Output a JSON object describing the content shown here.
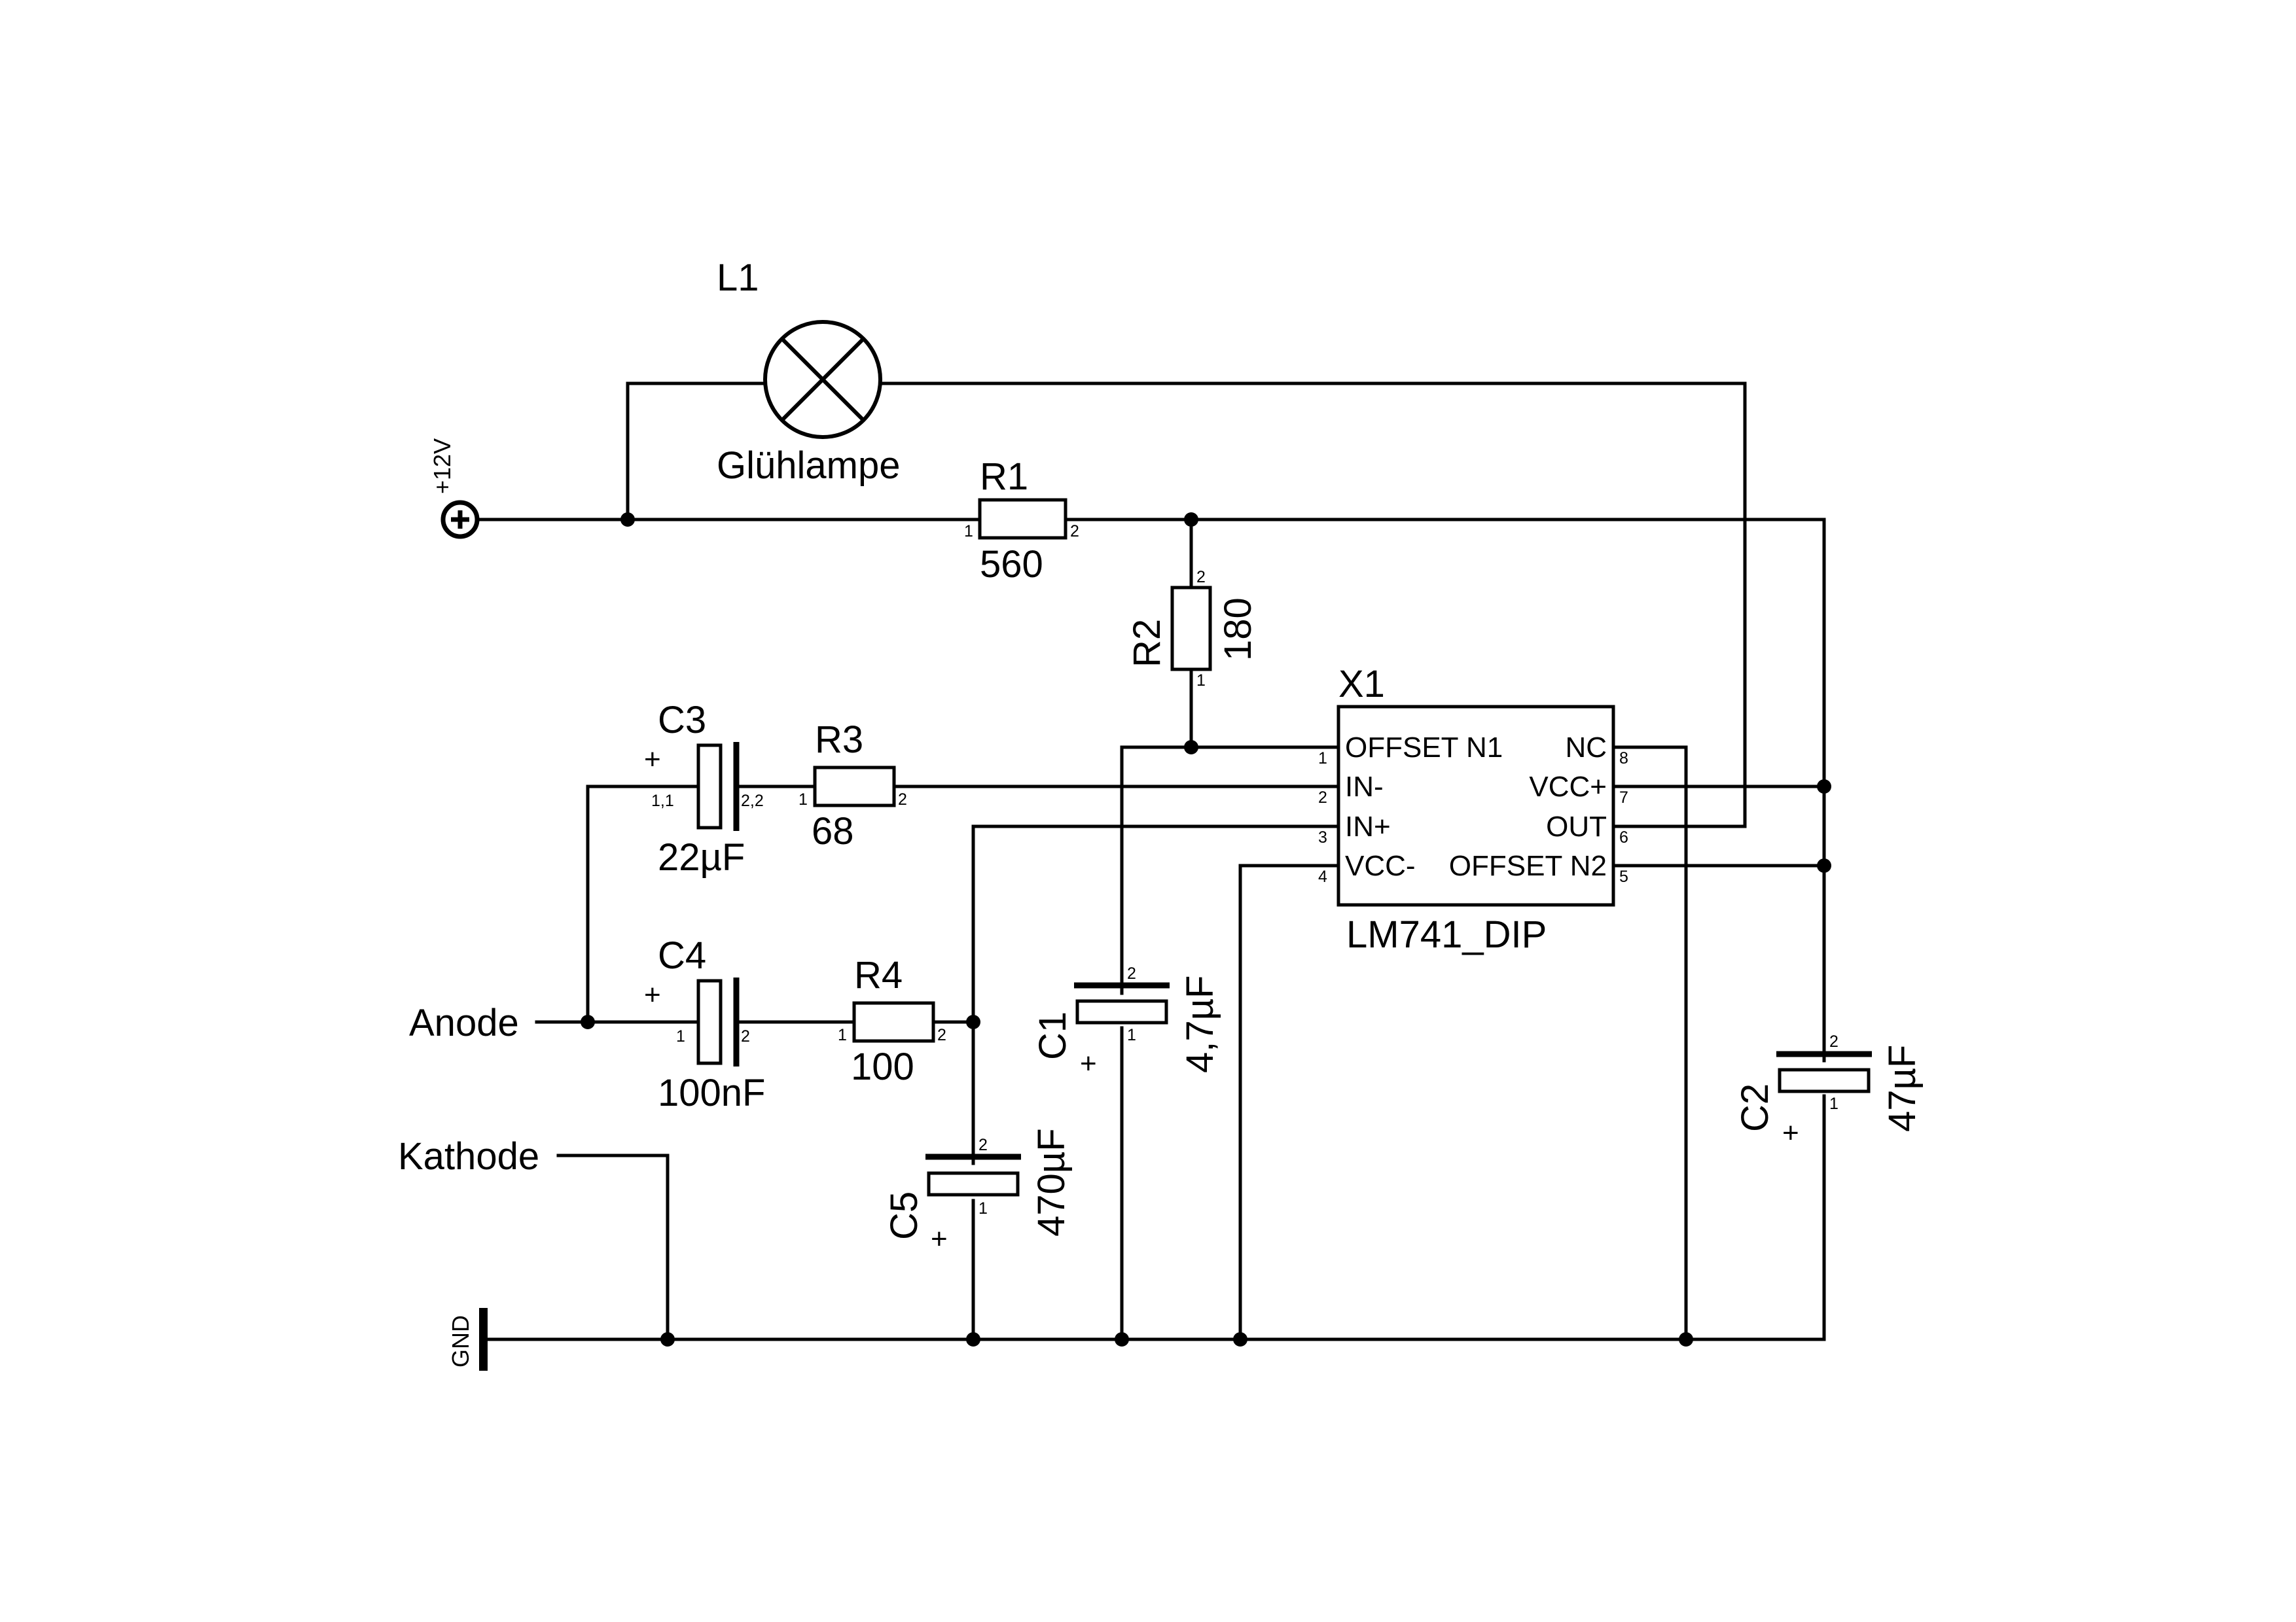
{
  "power": {
    "supply_label": "+12V",
    "ground_label": "GND"
  },
  "terminals": {
    "anode": "Anode",
    "kathode": "Kathode"
  },
  "lamp": {
    "ref": "L1",
    "name": "Glühlampe"
  },
  "resistors": {
    "r1": {
      "ref": "R1",
      "value": "560",
      "pin1": "1",
      "pin2": "2"
    },
    "r2": {
      "ref": "R2",
      "value": "180",
      "pin1": "1",
      "pin2": "2"
    },
    "r3": {
      "ref": "R3",
      "value": "68",
      "pin1": "1",
      "pin2": "2"
    },
    "r4": {
      "ref": "R4",
      "value": "100",
      "pin1": "1",
      "pin2": "2"
    }
  },
  "capacitors": {
    "c1": {
      "ref": "C1",
      "value": "4,7µF",
      "pin1": "1",
      "pin2": "2",
      "polarity": "+"
    },
    "c2": {
      "ref": "C2",
      "value": "47µF",
      "pin1": "1",
      "pin2": "2",
      "polarity": "+"
    },
    "c3": {
      "ref": "C3",
      "value": "22µF",
      "pin1": "1,1",
      "pin2": "2,2",
      "polarity": "+"
    },
    "c4": {
      "ref": "C4",
      "value": "100nF",
      "pin1": "1",
      "pin2": "2",
      "polarity": "+"
    },
    "c5": {
      "ref": "C5",
      "value": "470µF",
      "pin1": "1",
      "pin2": "2",
      "polarity": "+"
    }
  },
  "ic": {
    "ref": "X1",
    "part": "LM741_DIP",
    "left_pins": [
      {
        "num": "1",
        "name": "OFFSET N1"
      },
      {
        "num": "2",
        "name": "IN-"
      },
      {
        "num": "3",
        "name": "IN+"
      },
      {
        "num": "4",
        "name": "VCC-"
      }
    ],
    "right_pins": [
      {
        "num": "8",
        "name": "NC"
      },
      {
        "num": "7",
        "name": "VCC+"
      },
      {
        "num": "6",
        "name": "OUT"
      },
      {
        "num": "5",
        "name": "OFFSET N2"
      }
    ]
  }
}
